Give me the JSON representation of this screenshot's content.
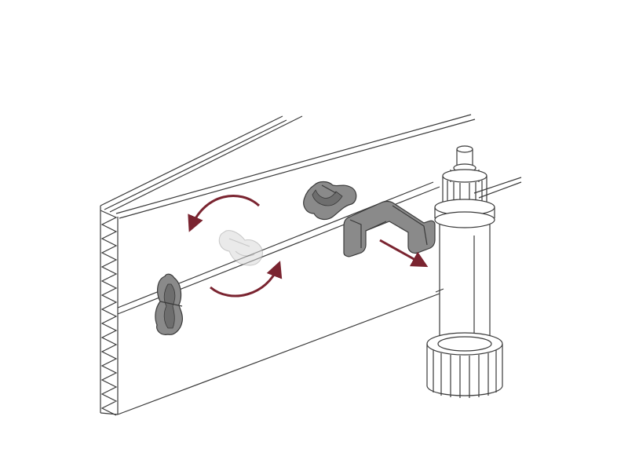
{
  "diagram": {
    "colors": {
      "background": "#ffffff",
      "line": "#3a3a3a",
      "part_fill": "#8a8a8a",
      "part_light": "#d9d9d9",
      "arrow": "#7a2430"
    },
    "components": [
      {
        "name": "plinth-panel"
      },
      {
        "name": "clip-rotated-vertical"
      },
      {
        "name": "clip-rotating-ghost"
      },
      {
        "name": "clip-horizontal"
      },
      {
        "name": "bracket-clip"
      },
      {
        "name": "adjustable-leg"
      }
    ],
    "arrows": [
      {
        "name": "rotate-arrow-upper",
        "meaning": "rotate"
      },
      {
        "name": "rotate-arrow-lower",
        "meaning": "rotate"
      },
      {
        "name": "attach-arrow",
        "meaning": "slide-onto-leg"
      }
    ]
  }
}
